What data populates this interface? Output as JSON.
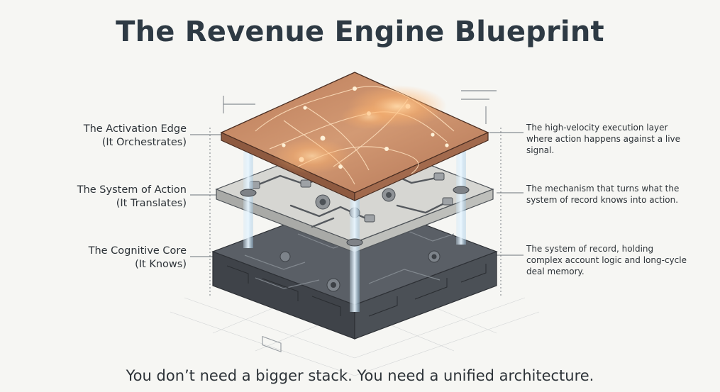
{
  "title": "The Revenue Engine Blueprint",
  "layers": [
    {
      "name": "The Activation Edge",
      "role": "(It Orchestrates)",
      "description": "The high-velocity execution layer where action happens against a live signal."
    },
    {
      "name": "The System of Action",
      "role": "(It Translates)",
      "description": "The mechanism that turns what the system of record knows into action."
    },
    {
      "name": "The Cognitive Core",
      "role": "(It Knows)",
      "description": "The system of record, holding complex account logic and long-cycle deal memory."
    }
  ],
  "tagline": "You don’t need a bigger stack. You need a unified architecture.",
  "colors": {
    "top_layer": "#c98f6c",
    "middle_layer": "#d7d7d4",
    "core_layer": "#555a60",
    "glow": "#ffb36b",
    "pillar": "#bcd9ee"
  }
}
